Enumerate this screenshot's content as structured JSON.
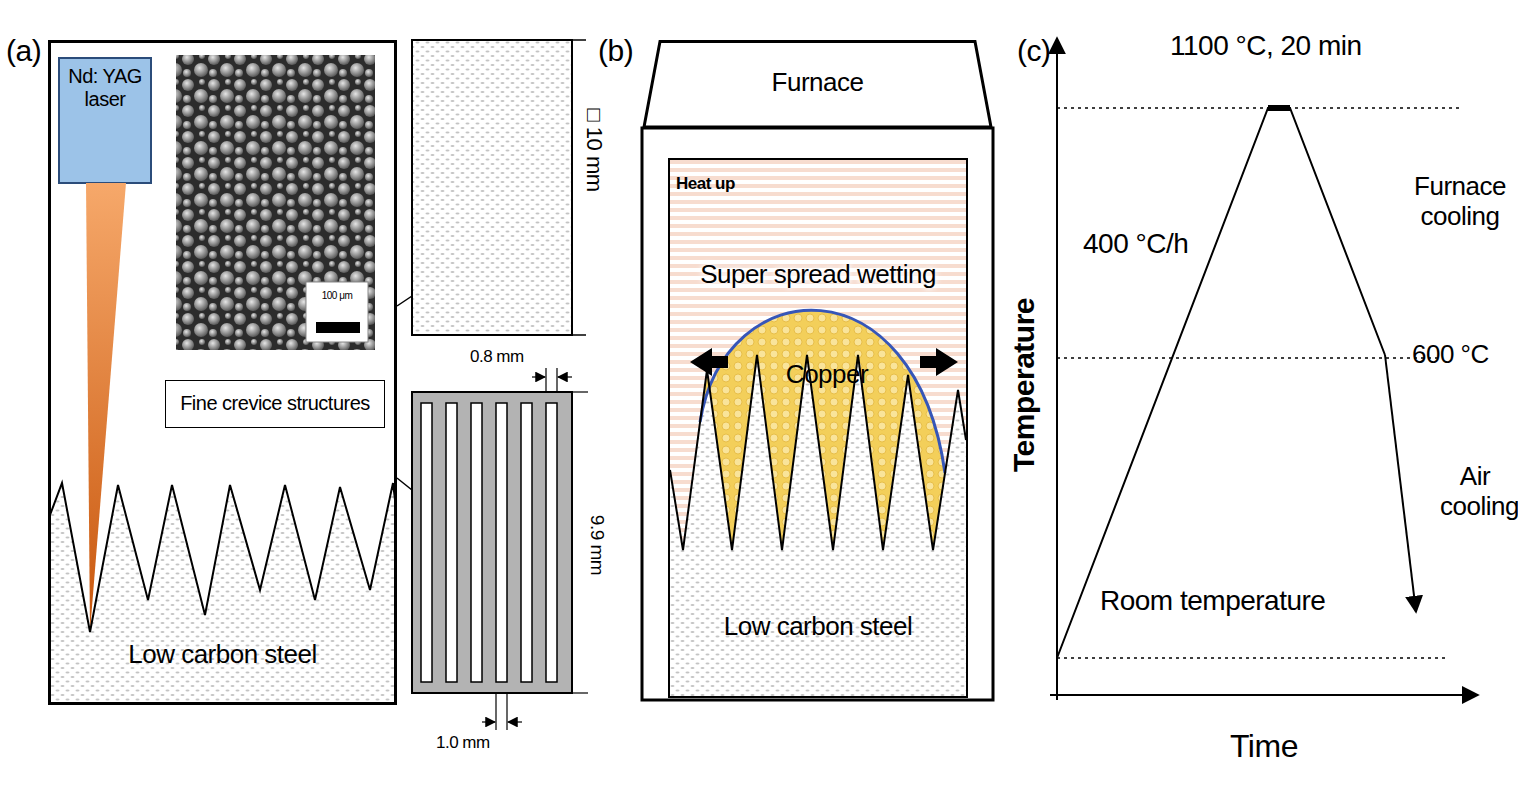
{
  "diagram": {
    "nodes": [
      {
        "text": [
          "Low carbon steel"
        ]
      },
      {
        "text": [
          "Nd: YAG laser"
        ],
        "in": 0
      },
      {
        "text": [
          "100 μm"
        ],
        "in": 0
      },
      {
        "text": [
          "Fine crevice structures"
        ],
        "in": 0
      },
      {
        "text": [
          "Furnace"
        ]
      },
      {
        "text": [
          "Heat up",
          "Super spread wetting",
          "Low carbon steel"
        ]
      },
      {
        "text": [
          "Copper"
        ],
        "in": 5
      }
    ],
    "labels": [
      "(a)",
      "□ 10 mm",
      "0.8 mm",
      "9.9 mm",
      "1.0 mm",
      "(b)",
      "(c)",
      "1100 °C, 20 min",
      "400 °C/h",
      "Furnace cooling",
      "600 °C",
      "Air cooling",
      "Room temperature",
      "Temperature",
      "Time"
    ]
  }
}
